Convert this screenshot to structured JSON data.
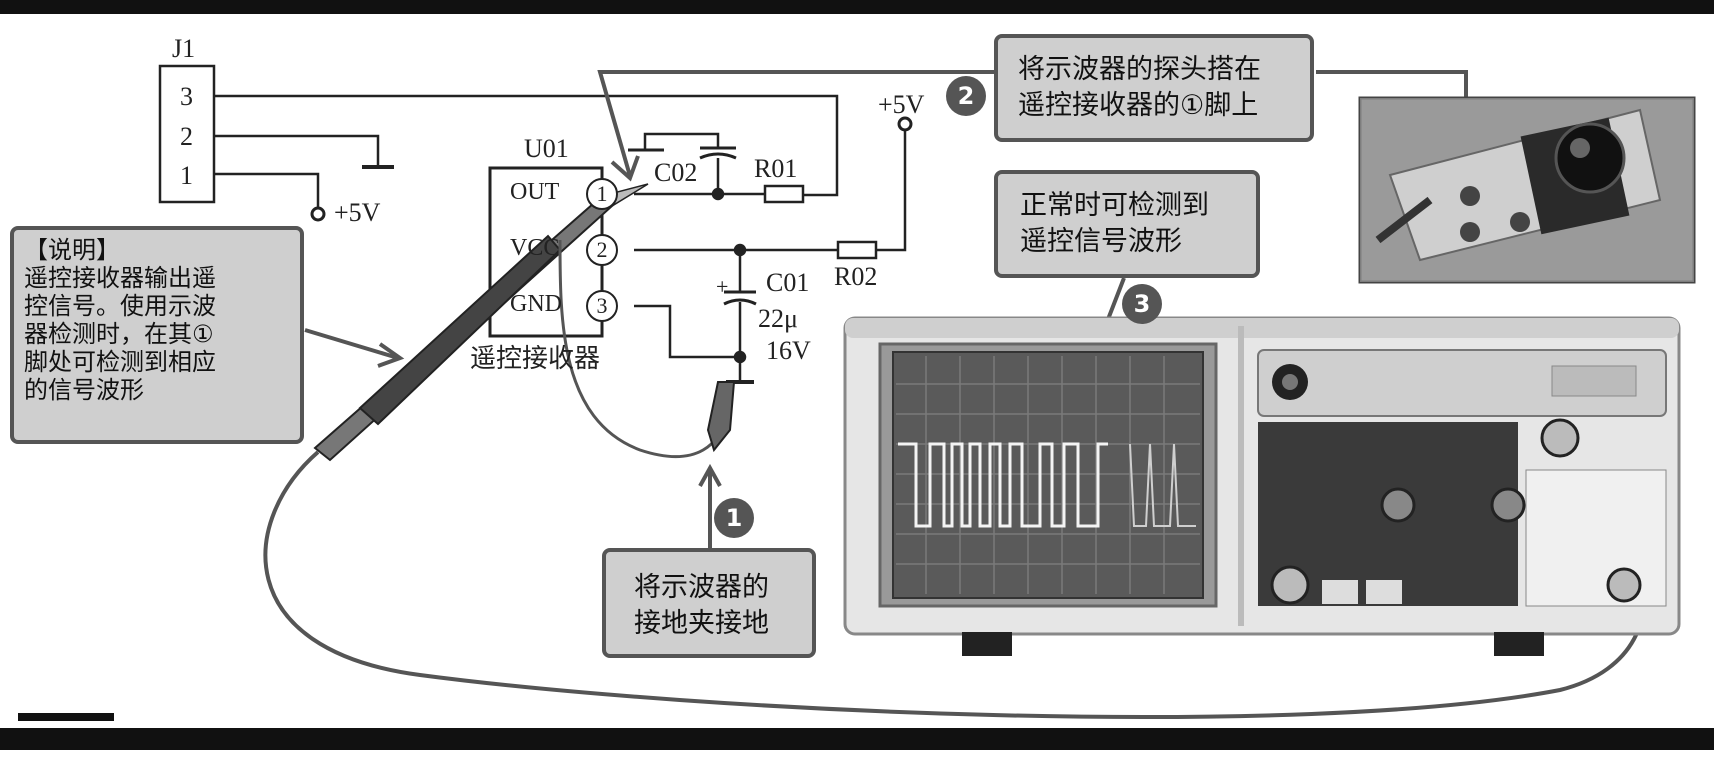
{
  "schematic": {
    "connector": "J1",
    "connector_pins": [
      "3",
      "2",
      "1"
    ],
    "ic_ref": "U01",
    "ic_pins": [
      {
        "name": "OUT",
        "num": "1"
      },
      {
        "name": "VCC",
        "num": "2"
      },
      {
        "name": "GND",
        "num": "3"
      }
    ],
    "ic_name": "遥控接收器",
    "c02": "C02",
    "r01": "R01",
    "r02": "R02",
    "c01": "C01",
    "c01_value": "22μ",
    "c01_voltage": "16V",
    "c01_polarity": "+",
    "vcc_label_top": "+5V",
    "vcc_label_j1": "+5V"
  },
  "callouts": {
    "note": {
      "title": "【说明】",
      "lines": [
        "遥控接收器输出遥",
        "控信号。使用示波",
        "器检测时，在其①",
        "脚处可检测到相应",
        "的信号波形"
      ]
    },
    "step1": {
      "number": "1",
      "lines": [
        "将示波器的",
        "接地夹接地"
      ]
    },
    "step2": {
      "number": "2",
      "lines": [
        "将示波器的探头搭在",
        "遥控接收器的①脚上"
      ]
    },
    "step3": {
      "number": "3",
      "lines": [
        "正常时可检测到",
        "遥控信号波形"
      ]
    }
  },
  "colors": {
    "callout_bg": "#cfcfcf",
    "callout_border": "#555555",
    "badge": "#555555"
  }
}
